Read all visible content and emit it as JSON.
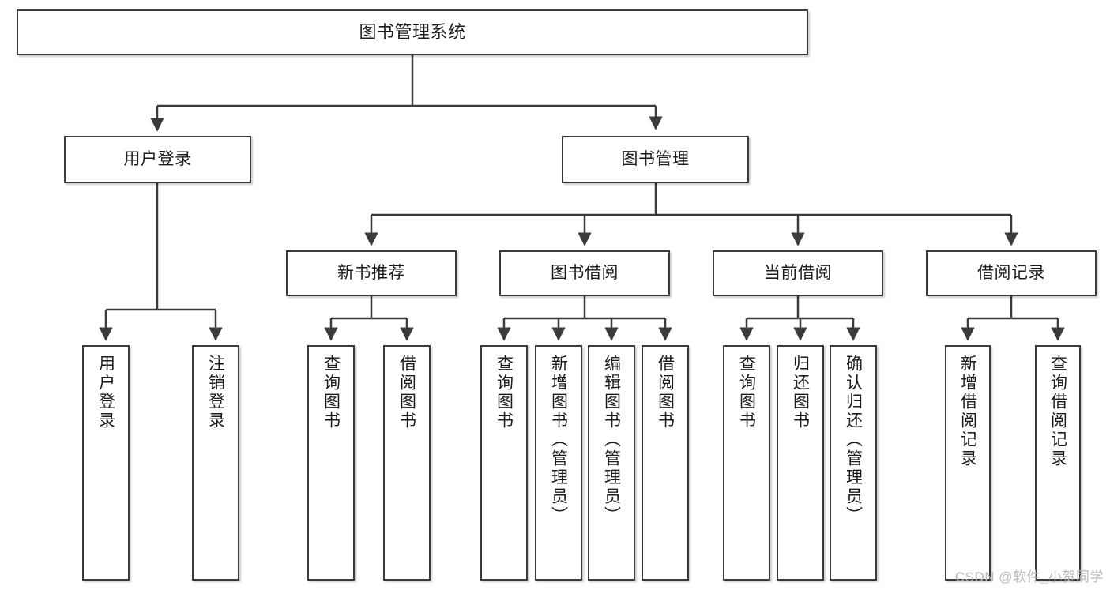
{
  "diagram": {
    "title": "图书管理系统",
    "watermark": "CSDN @软件_小贺同学",
    "colors": {
      "stroke": "#3b3b3b",
      "text": "#1c1c1c",
      "background": "#ffffff",
      "watermark": "#b9b9b9"
    },
    "nodes": {
      "root": "图书管理系统",
      "level2": [
        "用户登录",
        "图书管理"
      ],
      "level3": [
        "新书推荐",
        "图书借阅",
        "当前借阅",
        "借阅记录"
      ],
      "leaves": {
        "user_login": [
          "用户登录",
          "注销登录"
        ],
        "new_book_recommend": [
          "查询图书",
          "借阅图书"
        ],
        "book_borrow": [
          "查询图书",
          "新增图书（管理员）",
          "编辑图书（管理员）",
          "借阅图书"
        ],
        "current_borrow": [
          "查询图书",
          "归还图书",
          "确认归还（管理员）"
        ],
        "borrow_record": [
          "新增借阅记录",
          "查询借阅记录"
        ]
      }
    }
  }
}
